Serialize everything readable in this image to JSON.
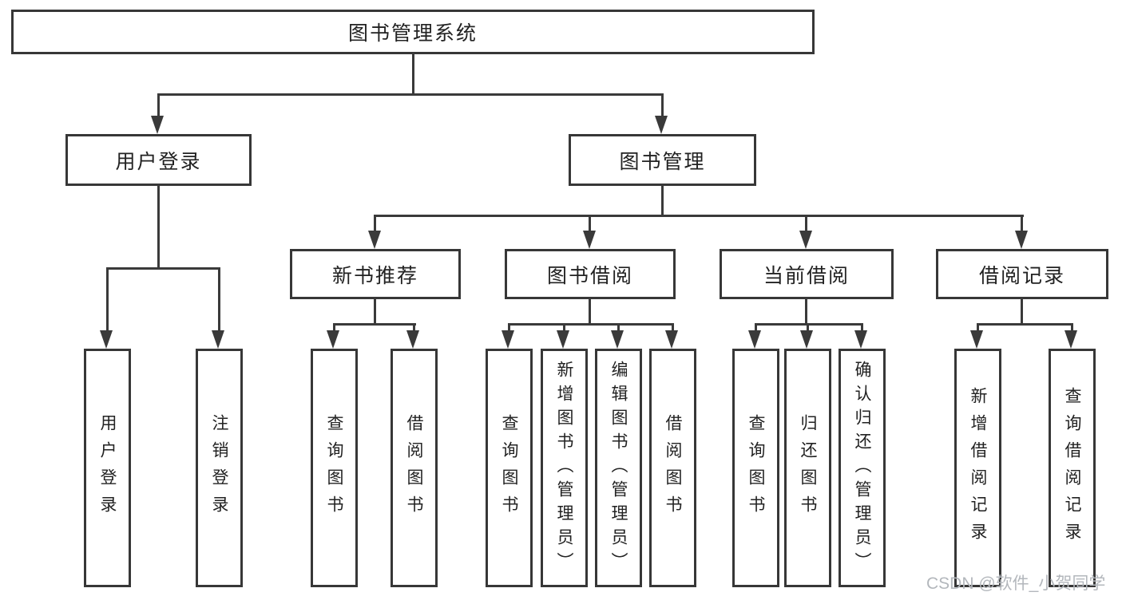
{
  "tree": {
    "root": {
      "label": "图书管理系统"
    },
    "branches": [
      {
        "label": "用户登录",
        "leaves": [
          {
            "label": "用户登录"
          },
          {
            "label": "注销登录"
          }
        ]
      },
      {
        "label": "图书管理",
        "children": [
          {
            "label": "新书推荐",
            "leaves": [
              {
                "label": "查询图书"
              },
              {
                "label": "借阅图书"
              }
            ]
          },
          {
            "label": "图书借阅",
            "leaves": [
              {
                "label": "查询图书"
              },
              {
                "label": "新增图书（管理员）"
              },
              {
                "label": "编辑图书（管理员）"
              },
              {
                "label": "借阅图书"
              }
            ]
          },
          {
            "label": "当前借阅",
            "leaves": [
              {
                "label": "查询图书"
              },
              {
                "label": "归还图书"
              },
              {
                "label": "确认归还（管理员）"
              }
            ]
          },
          {
            "label": "借阅记录",
            "leaves": [
              {
                "label": "新增借阅记录"
              },
              {
                "label": "查询借阅记录"
              }
            ]
          }
        ]
      }
    ]
  },
  "watermark": {
    "text": "CSDN @软件_小贺同学",
    "color": "#b3b7bc"
  },
  "colors": {
    "background": "#ffffff",
    "line": "#3a3a3a",
    "box_border": "#373737",
    "text": "#222222"
  }
}
